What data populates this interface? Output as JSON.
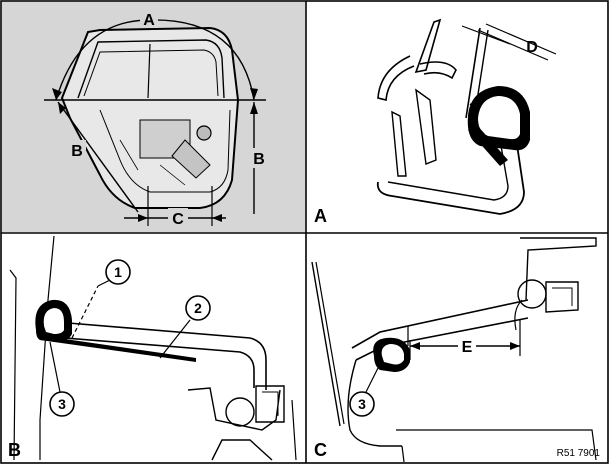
{
  "panels": {
    "door": {
      "labels": {
        "top": "A",
        "left": "B",
        "right": "B",
        "bottom": "C"
      }
    },
    "section_a": {
      "panel_letter": "A",
      "dimension_label": "D"
    },
    "section_b": {
      "panel_letter": "B",
      "callouts": [
        "1",
        "2",
        "3"
      ]
    },
    "section_c": {
      "panel_letter": "C",
      "callout": "3",
      "dimension_label": "E"
    }
  },
  "reference": "R51 7901",
  "colors": {
    "door_panel_bg": "#d6d6d6",
    "line": "#000000",
    "background": "#ffffff"
  }
}
